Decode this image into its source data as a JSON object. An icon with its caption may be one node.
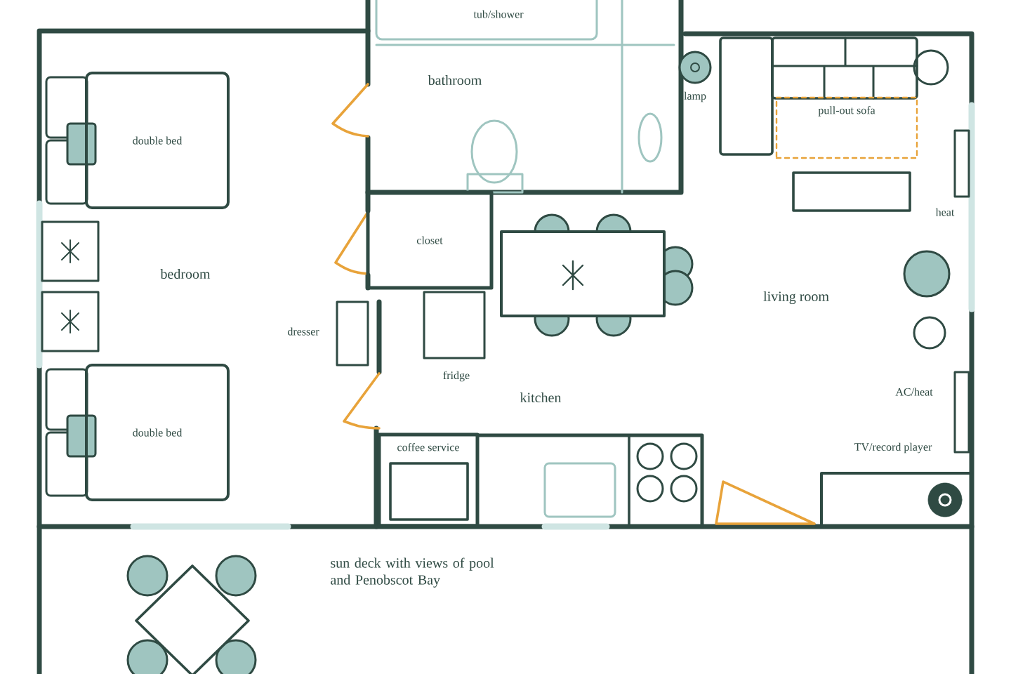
{
  "diagram": {
    "nodes": [
      {
        "text": [
          "double bed"
        ]
      },
      {
        "text": [
          "pull-out sofa"
        ]
      },
      {
        "text": [
          "closet"
        ]
      },
      {
        "text": [
          "double bed"
        ]
      },
      {
        "text": [
          "coffee service"
        ]
      }
    ],
    "labels": [
      "tub/shower",
      "bathroom",
      "lamp",
      "heat",
      "bedroom",
      "dresser",
      "living room",
      "fridge",
      "kitchen",
      "AC/heat",
      "TV/record player",
      "sun deck with views of pool and Penobscot Bay"
    ]
  }
}
